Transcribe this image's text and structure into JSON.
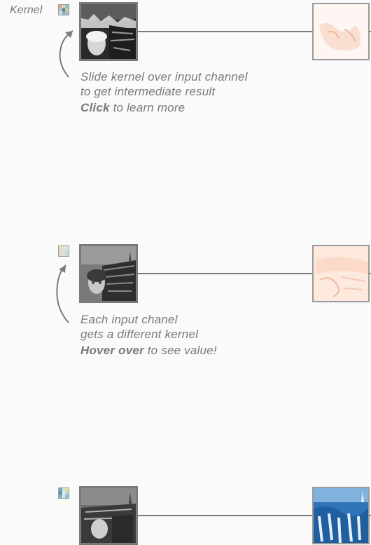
{
  "kernel_label": "Kernel",
  "rows": [
    {
      "kernel_colors": [
        "#e8a97a",
        "#dcd3b8",
        "#9bb8cc",
        "#b9c8c9",
        "#3f7fa6",
        "#d8c89c",
        "#cfd8dc",
        "#7fb0c8",
        "#a8c0b8"
      ],
      "annotation_lines": [
        "Slide kernel over input channel",
        "to get intermediate result"
      ],
      "cta_bold": "Click",
      "cta_rest": " to learn more"
    },
    {
      "kernel_colors": [
        "#f2d9b8",
        "#e8e0c8",
        "#dce6df",
        "#cfe0e6",
        "#eadfc6",
        "#c6dce8",
        "#e6d8b8",
        "#d8e4e0",
        "#cad8df"
      ],
      "annotation_lines": [
        "Each input chanel",
        "gets a different kernel"
      ],
      "cta_bold": "Hover over",
      "cta_rest": " to see value!"
    },
    {
      "kernel_colors": [
        "#6fa9c7",
        "#cfe6dd",
        "#ead9a8",
        "#4f93b8",
        "#e9eef0",
        "#b8d6de",
        "#7cb4cb",
        "#e0e8e4",
        "#8ec0d4"
      ],
      "annotation_lines": [],
      "cta_bold": "",
      "cta_rest": ""
    }
  ]
}
